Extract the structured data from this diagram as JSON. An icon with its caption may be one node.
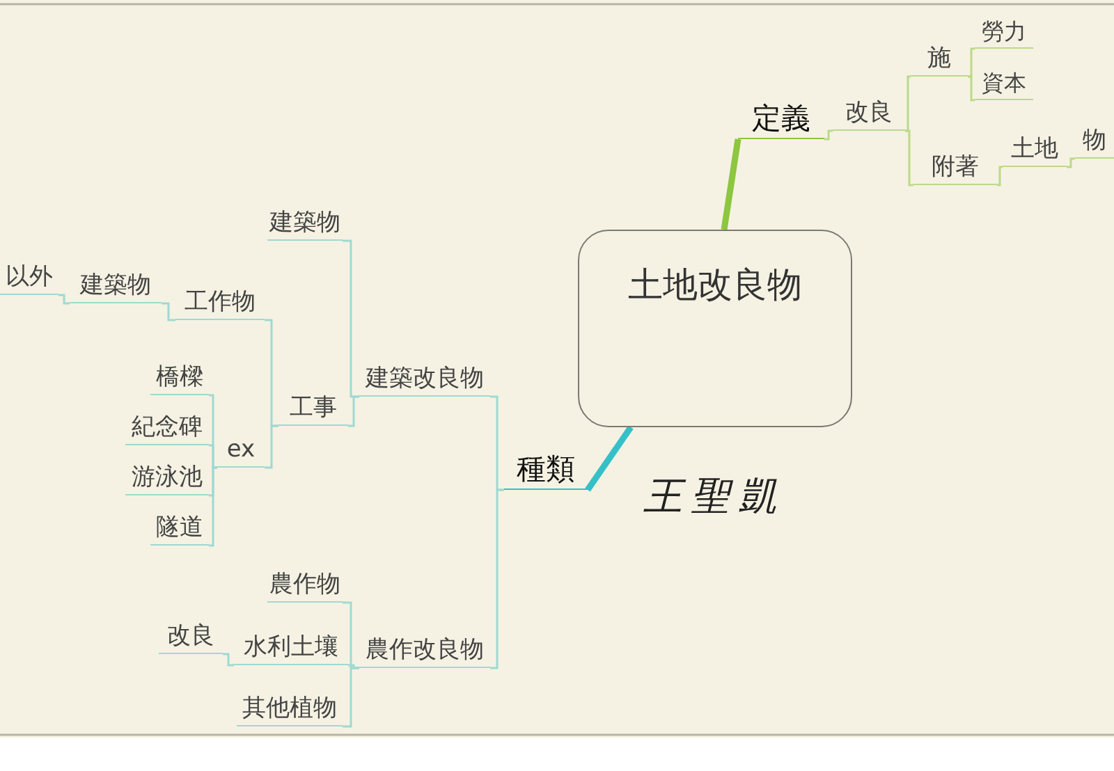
{
  "diagram": {
    "nodes": [
      {
        "text": [
          "土地改良物"
        ]
      },
      {
        "text": [
          "定義"
        ]
      },
      {
        "text": [
          "改良"
        ]
      },
      {
        "text": [
          "施"
        ]
      },
      {
        "text": [
          "勞力"
        ]
      },
      {
        "text": [
          "資本"
        ]
      },
      {
        "text": [
          "附著"
        ]
      },
      {
        "text": [
          "土地"
        ]
      },
      {
        "text": [
          "物"
        ]
      },
      {
        "text": [
          "種類"
        ]
      },
      {
        "text": [
          "建築改良物"
        ]
      },
      {
        "text": [
          "建築物"
        ]
      },
      {
        "text": [
          "工事"
        ]
      },
      {
        "text": [
          "工作物"
        ]
      },
      {
        "text": [
          "建築物"
        ]
      },
      {
        "text": [
          "以外"
        ]
      },
      {
        "text": [
          "ex"
        ]
      },
      {
        "text": [
          "橋樑"
        ]
      },
      {
        "text": [
          "紀念碑"
        ]
      },
      {
        "text": [
          "游泳池"
        ]
      },
      {
        "text": [
          "隧道"
        ]
      },
      {
        "text": [
          "農作改良物"
        ]
      },
      {
        "text": [
          "農作物"
        ]
      },
      {
        "text": [
          "水利土壤"
        ]
      },
      {
        "text": [
          "改良"
        ]
      },
      {
        "text": [
          "其他植物"
        ]
      }
    ],
    "edges": [
      {
        "from": 0,
        "to": 1,
        "arrow": "none",
        "style": "thick",
        "color": "#8dc63f"
      },
      {
        "from": 1,
        "to": 2,
        "arrow": "none",
        "color": "#bcd98a"
      },
      {
        "from": 2,
        "to": 3,
        "arrow": "none",
        "color": "#bcd98a"
      },
      {
        "from": 3,
        "to": 4,
        "arrow": "none",
        "color": "#bcd98a"
      },
      {
        "from": 3,
        "to": 5,
        "arrow": "none",
        "color": "#bcd98a"
      },
      {
        "from": 2,
        "to": 6,
        "arrow": "none",
        "color": "#bcd98a"
      },
      {
        "from": 6,
        "to": 7,
        "arrow": "none",
        "color": "#bcd98a"
      },
      {
        "from": 7,
        "to": 8,
        "arrow": "none",
        "color": "#bcd98a"
      },
      {
        "from": 0,
        "to": 9,
        "arrow": "none",
        "style": "thick",
        "color": "#35c0c8"
      },
      {
        "from": 9,
        "to": 10,
        "arrow": "none"
      },
      {
        "from": 10,
        "to": 11,
        "arrow": "none"
      },
      {
        "from": 10,
        "to": 12,
        "arrow": "none"
      },
      {
        "from": 12,
        "to": 13,
        "arrow": "none"
      },
      {
        "from": 13,
        "to": 14,
        "arrow": "none"
      },
      {
        "from": 14,
        "to": 15,
        "arrow": "none"
      },
      {
        "from": 12,
        "to": 16,
        "arrow": "none"
      },
      {
        "from": 16,
        "to": 17,
        "arrow": "none"
      },
      {
        "from": 16,
        "to": 18,
        "arrow": "none"
      },
      {
        "from": 16,
        "to": 19,
        "arrow": "none"
      },
      {
        "from": 16,
        "to": 20,
        "arrow": "none"
      },
      {
        "from": 9,
        "to": 21,
        "arrow": "none"
      },
      {
        "from": 21,
        "to": 22,
        "arrow": "none"
      },
      {
        "from": 21,
        "to": 23,
        "arrow": "none"
      },
      {
        "from": 23,
        "to": 24,
        "arrow": "none"
      },
      {
        "from": 21,
        "to": 25,
        "arrow": "none"
      }
    ],
    "labels": [
      "王聖凱"
    ]
  }
}
